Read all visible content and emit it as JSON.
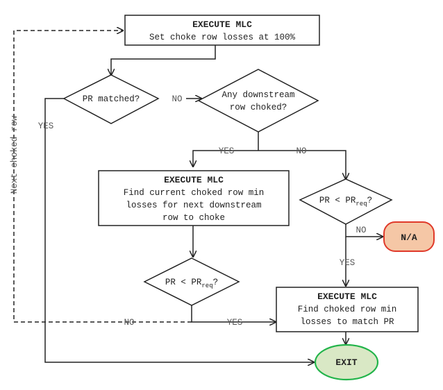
{
  "nodes": {
    "top_box": {
      "title": "EXECUTE MLC",
      "line1": "Set choke row losses at 100%"
    },
    "pr_matched": "PR matched?",
    "downstream": {
      "line1": "Any downstream",
      "line2": "row choked?"
    },
    "middle_box": {
      "title": "EXECUTE MLC",
      "line1": "Find current choked row min",
      "line2": "losses for next downstream",
      "line3": "row to choke"
    },
    "pr_req_right": {
      "main": "PR < PR",
      "sub": "req",
      "suffix": "?"
    },
    "pr_req_left": {
      "main": "PR < PR",
      "sub": "req",
      "suffix": "?"
    },
    "na": "N/A",
    "final_box": {
      "title": "EXECUTE MLC",
      "line1": "Find choked row min",
      "line2": "losses to match PR"
    },
    "exit": "EXIT"
  },
  "labels": {
    "next_choked_row": "Next choked row",
    "no_from_pr": "NO",
    "yes_from_pr": "YES",
    "yes_from_downstream": "YES",
    "no_from_downstream": "NO",
    "no_to_na": "NO",
    "yes_to_final": "YES",
    "no_loop": "NO",
    "yes_to_final_left": "YES"
  },
  "colors": {
    "na_fill": "#f5c7a6",
    "na_stroke": "#e0392a",
    "exit_fill": "#d9e8c5",
    "exit_stroke": "#22b44a"
  }
}
